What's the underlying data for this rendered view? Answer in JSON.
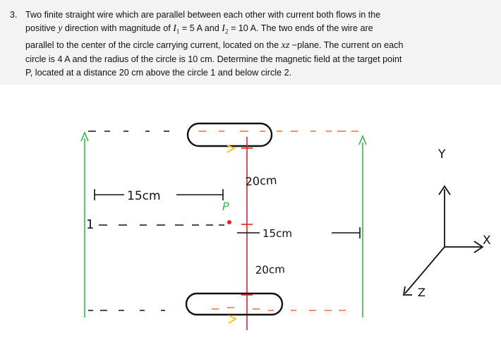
{
  "problem": {
    "number": "3.",
    "lines": [
      {
        "a": "Two finite straight wire which are parallel between each other with current both flows in the"
      },
      {
        "a": "positive ",
        "m1": "y",
        "b": " direction with magnitude of ",
        "m2": "I",
        "m2sub": "1",
        "c": " = 5 A and ",
        "m3": "I",
        "m3sub": "2",
        "d": " = 10 A. The two ends of the wire are"
      },
      {
        "a": "parallel to the center of the circle carrying current, located on the ",
        "m1": "xz",
        "b": " −plane. The current on each"
      },
      {
        "a": "circle is 4 A and the radius of the circle is 10 cm. Determine the magnetic field at the target point"
      },
      {
        "a": "P, located at a distance 20 cm above the circle 1 and below circle 2."
      }
    ]
  },
  "figure": {
    "labels": {
      "dist_left": "15cm",
      "dist_top": "20cm",
      "dist_right": "15cm",
      "dist_bottom": "20cm",
      "point": "P",
      "wire1": "1",
      "axis_y": "Y",
      "axis_x": "X",
      "axis_z": "Z"
    },
    "colors": {
      "wire": "#39b54a",
      "center_line": "#e8202a",
      "current_arrow": "#f7c31e",
      "dashes": "#f26b2a",
      "ink": "#111111"
    }
  }
}
